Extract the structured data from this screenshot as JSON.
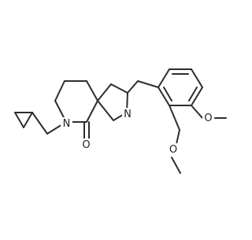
{
  "molecule": {
    "atoms": {
      "n_piperidine": "N",
      "o_carbonyl": "O",
      "n_pyrrolidine": "N",
      "o_methoxy": "O",
      "o_ether": "O"
    }
  }
}
